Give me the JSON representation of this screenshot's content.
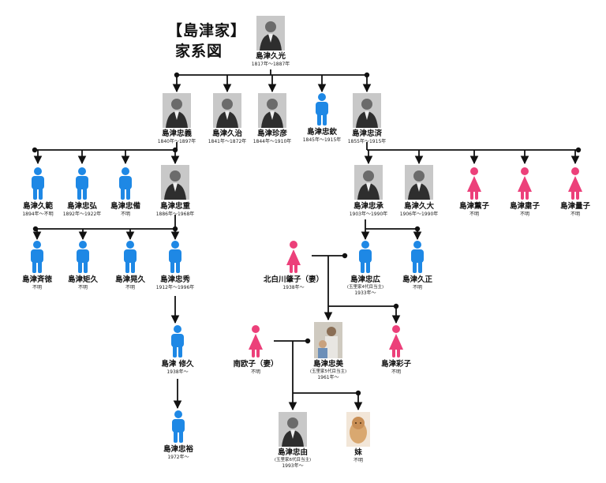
{
  "title": {
    "line1": "【島津家】",
    "line2": "家系図"
  },
  "colors": {
    "male": "#1e88e5",
    "female": "#ec407a",
    "line": "#111111"
  },
  "people": {
    "hisamitsu": {
      "name": "島津久光",
      "dates": "1817年～1887年",
      "gender": "male",
      "icon": "portrait-photo"
    },
    "tadayoshi": {
      "name": "島津忠義",
      "dates": "1840年～1897年",
      "gender": "male",
      "icon": "portrait-photo"
    },
    "hisaharu": {
      "name": "島津久治",
      "dates": "1841年～1872年",
      "gender": "male",
      "icon": "portrait-photo"
    },
    "chinhiko": {
      "name": "島津珍彦",
      "dates": "1844年～1910年",
      "gender": "male",
      "icon": "portrait-photo"
    },
    "tadaatsu": {
      "name": "島津忠欽",
      "dates": "1845年～1915年",
      "gender": "male",
      "icon": "person-icon"
    },
    "tadazumi": {
      "name": "島津忠済",
      "dates": "1855年～1915年",
      "gender": "male",
      "icon": "portrait-photo"
    },
    "hisanori": {
      "name": "島津久範",
      "dates": "1894年～不明",
      "gender": "male",
      "icon": "person-icon"
    },
    "tadahiro_a": {
      "name": "島津忠弘",
      "dates": "1892年～1922年",
      "gender": "male",
      "icon": "person-icon"
    },
    "tadasonae": {
      "name": "島津忠備",
      "dates": "不明",
      "gender": "male",
      "icon": "person-icon"
    },
    "tadashige": {
      "name": "島津忠重",
      "dates": "1886年～1968年",
      "gender": "male",
      "icon": "portrait-photo"
    },
    "tadatsugu": {
      "name": "島津忠承",
      "dates": "1903年～1990年",
      "gender": "male",
      "icon": "portrait-photo"
    },
    "hisaoo": {
      "name": "島津久大",
      "dates": "1906年～1990年",
      "gender": "male",
      "icon": "portrait-photo"
    },
    "kaoruko": {
      "name": "島津薫子",
      "dates": "不明",
      "gender": "female",
      "icon": "person-icon"
    },
    "hiroko": {
      "name": "島津粛子",
      "dates": "不明",
      "gender": "female",
      "icon": "person-icon"
    },
    "ryoko": {
      "name": "島津量子",
      "dates": "不明",
      "gender": "female",
      "icon": "person-icon"
    },
    "tadanori": {
      "name": "島津斉徳",
      "dates": "不明",
      "gender": "male",
      "icon": "person-icon"
    },
    "norihisa": {
      "name": "島津矩久",
      "dates": "不明",
      "gender": "male",
      "icon": "person-icon"
    },
    "akihisa": {
      "name": "島津晃久",
      "dates": "不明",
      "gender": "male",
      "icon": "person-icon"
    },
    "tadahide": {
      "name": "島津忠秀",
      "dates": "1912年～1996年",
      "gender": "male",
      "icon": "person-icon"
    },
    "shirakawa": {
      "name": "北白川肇子（妻）",
      "dates": "1938年～",
      "gender": "female",
      "icon": "person-icon"
    },
    "tadahiro": {
      "name": "島津忠広",
      "note": "(玉里家4代目当主)",
      "dates": "1933年～",
      "gender": "male",
      "icon": "person-icon"
    },
    "hisamasa": {
      "name": "島津久正",
      "dates": "不明",
      "gender": "male",
      "icon": "person-icon"
    },
    "osamuhisa": {
      "name": "島津 修久",
      "dates": "1938年～",
      "gender": "male",
      "icon": "person-icon"
    },
    "nanoko": {
      "name": "南欧子（妻）",
      "dates": "不明",
      "gender": "female",
      "icon": "person-icon"
    },
    "tadayoshi5": {
      "name": "島津忠美",
      "note": "(玉里家5代目当主)",
      "dates": "1961年～",
      "gender": "male",
      "icon": "family-photo"
    },
    "ayako": {
      "name": "島津彩子",
      "dates": "不明",
      "gender": "female",
      "icon": "person-icon"
    },
    "tadahiro_g": {
      "name": "島津忠裕",
      "dates": "1972年～",
      "gender": "male",
      "icon": "person-icon"
    },
    "tadayoshi6": {
      "name": "島津忠由",
      "note": "(玉里家6代目当主)",
      "dates": "1993年～",
      "gender": "male",
      "icon": "portrait-photo"
    },
    "imouto": {
      "name": "妹",
      "dates": "不明",
      "gender": "female",
      "icon": "child-photo"
    }
  }
}
